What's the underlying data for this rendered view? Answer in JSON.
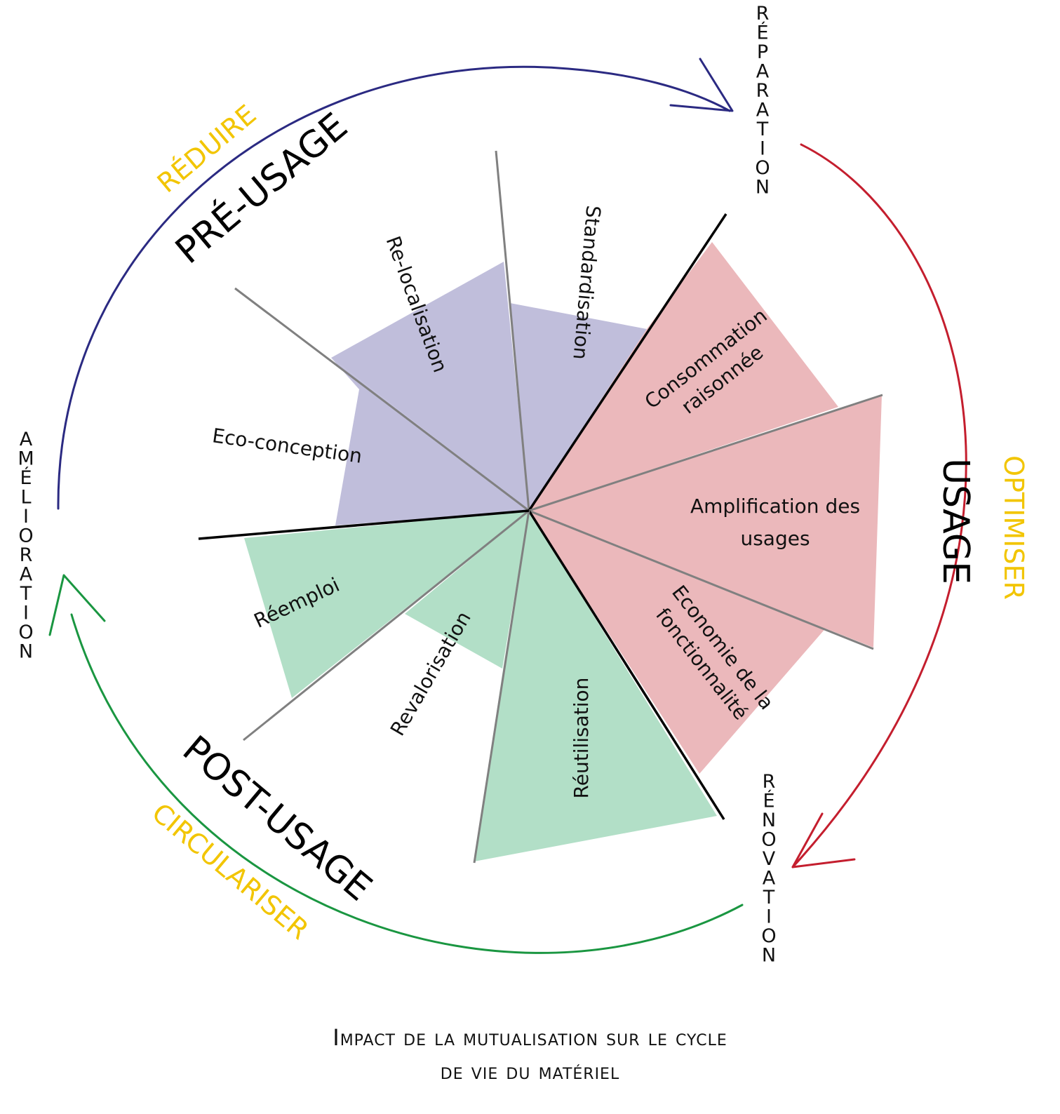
{
  "phases": {
    "pre": "PRÉ-USAGE",
    "usage": "USAGE",
    "post": "POST-USAGE"
  },
  "verbs": {
    "reduire": "RÉDUIRE",
    "optimiser": "OPTIMISER",
    "circulariser": "CIRCULARISER"
  },
  "transitions": {
    "reparation": "RÉPARATION",
    "renovation": "RÉNOVATION",
    "amelioration": "AMÉLIORATION"
  },
  "categories": {
    "relocalisation": "Re-localisation",
    "standardisation": "Standardisation",
    "ecoconception": "Eco-conception",
    "consommation_1": "Consommation",
    "consommation_2": "raisonnée",
    "amplification_1": "Amplification des",
    "amplification_2": "usages",
    "economie_1": "Economie de la",
    "economie_2": "fonctionnalité",
    "reemploi": "Réemploi",
    "revalorisation": "Revalorisation",
    "reutilisation": "Réutilisation"
  },
  "colors": {
    "pre": "#c0bedb",
    "usage": "#ebb8bb",
    "post": "#b2dfc7",
    "arc_pre": "#2b2a82",
    "arc_usage": "#c41e2e",
    "arc_post": "#1a9641",
    "verb": "#f2c500"
  },
  "caption": {
    "line1": "Impact de la mutualisation sur le cycle",
    "line2": "de vie du matériel"
  }
}
